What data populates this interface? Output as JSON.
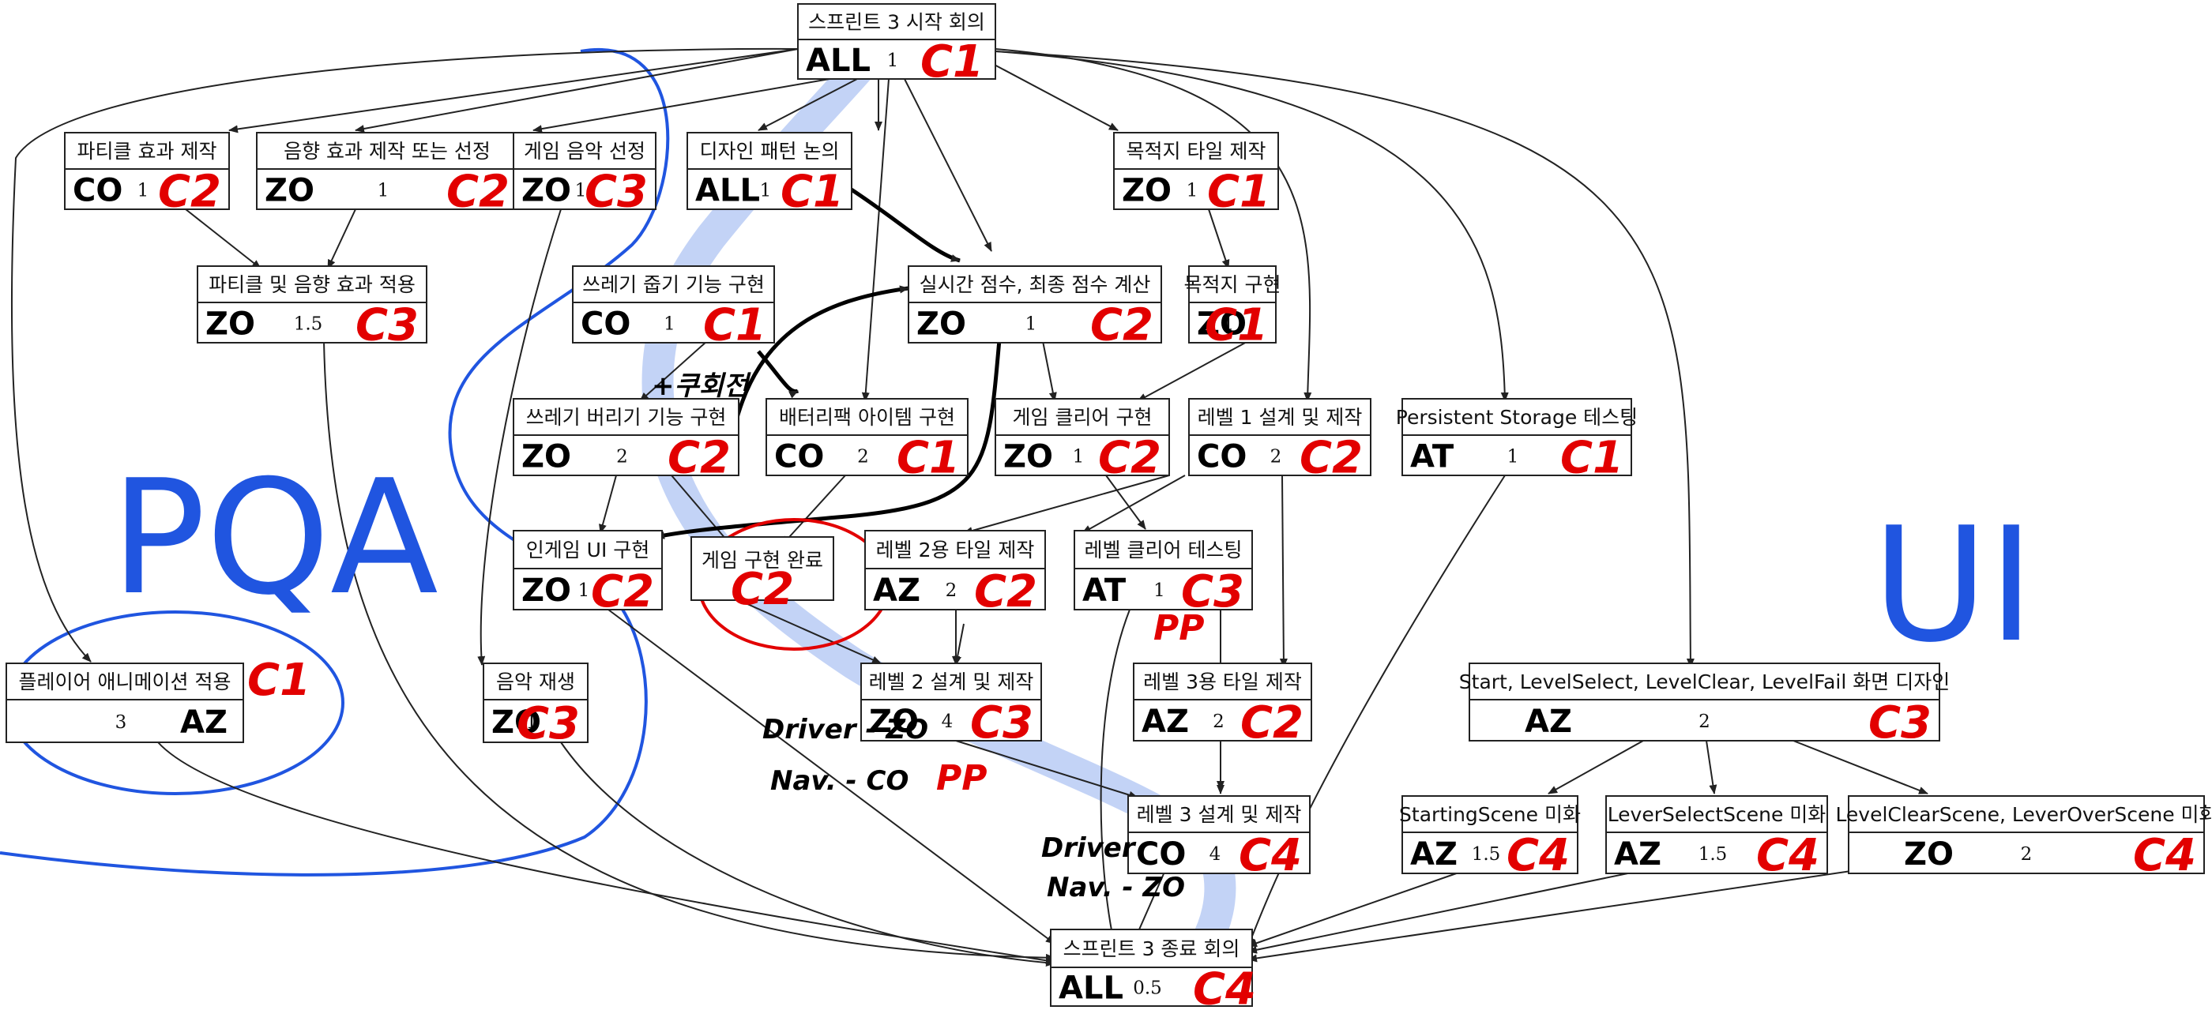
{
  "nodes": [
    {
      "id": "start",
      "title": "스프린트 3 시작 회의",
      "duration": "1",
      "assignee": "ALL",
      "code": "C1"
    },
    {
      "id": "particle",
      "title": "파티클 효과 제작",
      "duration": "1",
      "assignee": "CO",
      "code": "C2"
    },
    {
      "id": "sfx",
      "title": "음향 효과 제작 또는 선정",
      "duration": "1",
      "assignee": "ZO",
      "code": "C2"
    },
    {
      "id": "bgm",
      "title": "게임 음악 선정",
      "duration": "1",
      "assignee": "ZO",
      "code": "C3"
    },
    {
      "id": "pattern",
      "title": "디자인 패턴 논의",
      "duration": "1",
      "assignee": "ALL",
      "code": "C1"
    },
    {
      "id": "goal_tile",
      "title": "목적지 타일 제작",
      "duration": "1",
      "assignee": "ZO",
      "code": "C1"
    },
    {
      "id": "apply_fx",
      "title": "파티클 및 음향 효과 적용",
      "duration": "1.5",
      "assignee": "ZO",
      "code": "C3"
    },
    {
      "id": "pickup",
      "title": "쓰레기 줍기 기능 구현",
      "duration": "1",
      "assignee": "CO",
      "code": "C1"
    },
    {
      "id": "score",
      "title": "실시간 점수, 최종 점수 계산",
      "duration": "1",
      "assignee": "ZO",
      "code": "C2"
    },
    {
      "id": "goal",
      "title": "목적지 구현",
      "duration": "1",
      "assignee": "ZO",
      "code": "C1"
    },
    {
      "id": "drop",
      "title": "쓰레기 버리기 기능 구현",
      "duration": "2",
      "assignee": "ZO",
      "code": "C2"
    },
    {
      "id": "battery",
      "title": "배터리팩 아이템 구현",
      "duration": "2",
      "assignee": "CO",
      "code": "C1"
    },
    {
      "id": "clear",
      "title": "게임 클리어 구현",
      "duration": "1",
      "assignee": "ZO",
      "code": "C2"
    },
    {
      "id": "level1",
      "title": "레벨 1 설계 및 제작",
      "duration": "2",
      "assignee": "CO",
      "code": "C2"
    },
    {
      "id": "storage",
      "title": "Persistent Storage 테스팅",
      "duration": "1",
      "assignee": "AT",
      "code": "C1"
    },
    {
      "id": "ingame_ui",
      "title": "인게임 UI 구현",
      "duration": "1",
      "assignee": "ZO",
      "code": "C2"
    },
    {
      "id": "complete",
      "title": "게임 구현 완료",
      "duration": "",
      "assignee": "",
      "code": "C2"
    },
    {
      "id": "l2tile",
      "title": "레벨 2용 타일 제작",
      "duration": "2",
      "assignee": "AZ",
      "code": "C2"
    },
    {
      "id": "cleartest",
      "title": "레벨 클리어 테스팅",
      "duration": "1",
      "assignee": "AT",
      "code": "C3"
    },
    {
      "id": "player_anim",
      "title": "플레이어 애니메이션 적용",
      "duration": "3",
      "assignee": "AZ",
      "code": "C1"
    },
    {
      "id": "music",
      "title": "음악 재생",
      "duration": "1",
      "assignee": "ZO",
      "code": "C3"
    },
    {
      "id": "level2",
      "title": "레벨 2 설계 및 제작",
      "duration": "4",
      "assignee": "ZO",
      "code": "C3"
    },
    {
      "id": "l3tile",
      "title": "레벨 3용 타일 제작",
      "duration": "2",
      "assignee": "AZ",
      "code": "C2"
    },
    {
      "id": "screens",
      "title": "Start, LevelSelect, LevelClear, LevelFail 화면 디자인",
      "duration": "2",
      "assignee": "AZ",
      "code": "C3"
    },
    {
      "id": "level3",
      "title": "레벨 3 설계 및 제작",
      "duration": "4",
      "assignee": "CO",
      "code": "C4"
    },
    {
      "id": "scene_start",
      "title": "StartingScene 미화",
      "duration": "1.5",
      "assignee": "AZ",
      "code": "C4"
    },
    {
      "id": "scene_select",
      "title": "LeverSelectScene 미화",
      "duration": "1.5",
      "assignee": "AZ",
      "code": "C4"
    },
    {
      "id": "scene_clear",
      "title": "LevelClearScene, LeverOverScene 미화",
      "duration": "2",
      "assignee": "ZO",
      "code": "C4"
    },
    {
      "id": "end",
      "title": "스프린트 3 종료 회의",
      "duration": "0.5",
      "assignee": "ALL",
      "code": "C4"
    }
  ],
  "annotations": {
    "left_group": "PQA",
    "right_group": "UI",
    "score_note": "+쿠회전",
    "pp_cleartest": "PP",
    "pp_level2": "PP",
    "level2_driver": "Driver - ZO",
    "level2_nav": "Nav. - CO",
    "level3_driver": "Driver",
    "level3_nav": "Nav. - ZO"
  }
}
